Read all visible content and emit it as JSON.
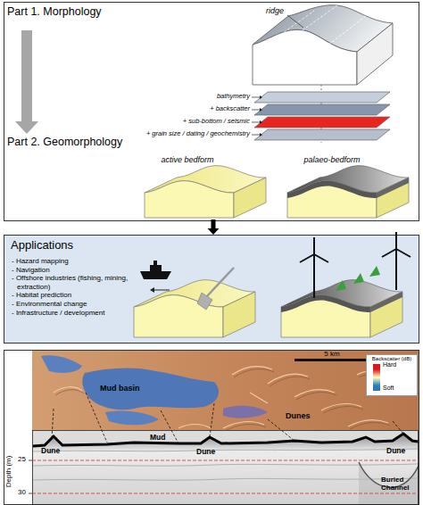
{
  "diagram": {
    "nodes": [
      {
        "text": [
          "Part 1. Morphology"
        ]
      },
      {
        "text": [
          "Part 2. Geomorphology"
        ]
      },
      {
        "text": [
          "Applications",
          "- Hazard mapping",
          "- Navigation",
          "- Offshore industries (fishing, mining, extraction)",
          "- Habitat prediction",
          "- Environmental change",
          "- Infrastructure / development"
        ]
      }
    ],
    "edges": [
      {
        "from": 0,
        "to": 1,
        "arrow": "to"
      },
      {
        "from": 1,
        "to": 2,
        "arrow": "to"
      }
    ],
    "labels": [
      "ridge",
      "bathymetry",
      "+ backscatter",
      "+ sub-bottom / seismic",
      "+ grain size / dating / geochemistry",
      "active bedform",
      "palaeo-bedform",
      "5 km",
      "Backscatter (dB)",
      "Mud basin",
      "Dunes",
      "Dune",
      "Mud",
      "Dune",
      "Dune",
      "Buried Channel",
      "Depth (m)",
      "25",
      "30"
    ],
    "legend": [
      {
        "text": "Hard",
        "color": "#d7191c"
      },
      {
        "text": "Soft",
        "color": "#2c7bb6"
      }
    ]
  }
}
